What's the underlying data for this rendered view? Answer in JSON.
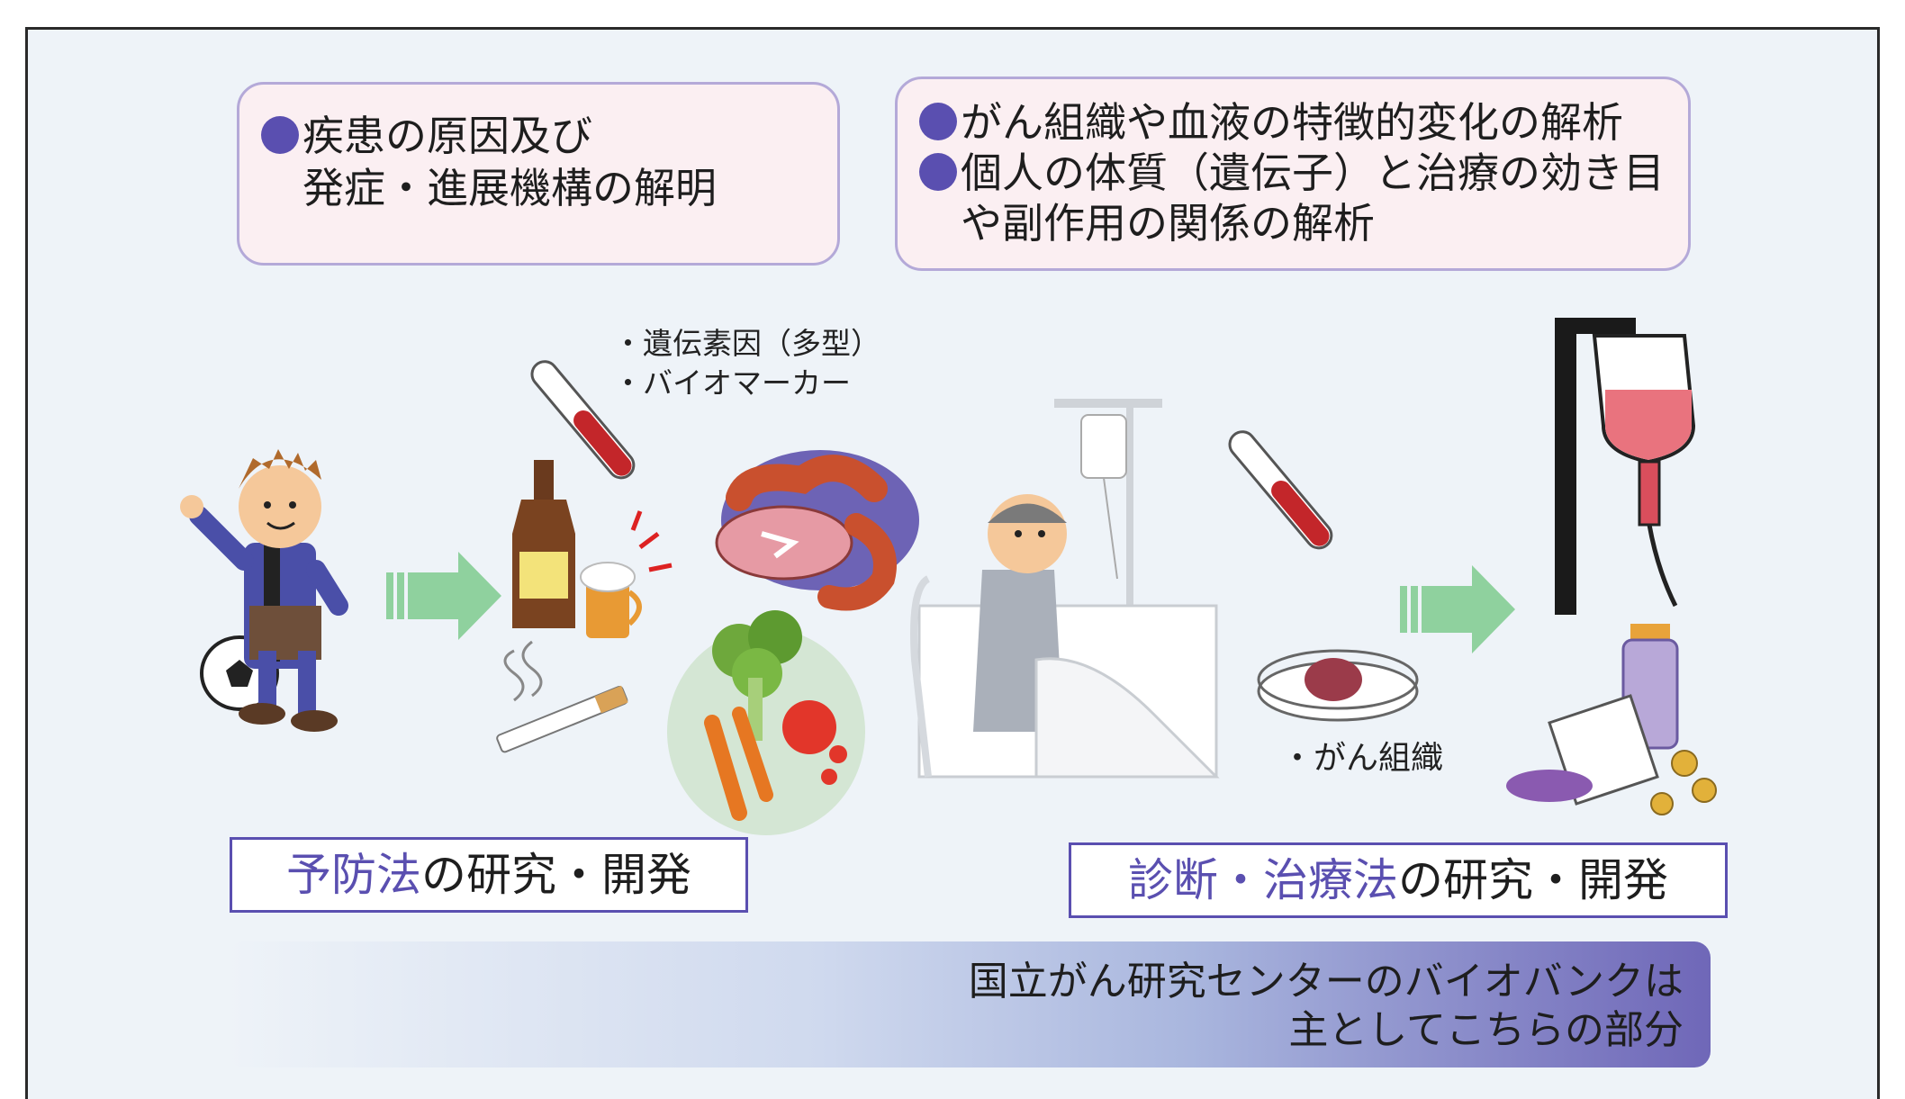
{
  "callouts": {
    "left": {
      "line1": "疾患の原因及び",
      "line2": "発症・進展機構の解明"
    },
    "right": {
      "line1": "がん組織や血液の特徴的変化の解析",
      "line2": "個人の体質（遺伝子）と治療の効き目",
      "line3": "や副作用の関係の解析"
    }
  },
  "labels": {
    "genetic": "・遺伝素因（多型）",
    "biomarker": "・バイオマーカー",
    "cancer_tissue": "・がん組織"
  },
  "boxes": {
    "prevention": {
      "highlight": "予防法",
      "rest": "の研究・開発"
    },
    "treatment": {
      "highlight": "診断・治療法",
      "rest": "の研究・開発"
    }
  },
  "band": {
    "line1": "国立がん研究センターのバイオバンクは",
    "line2": "主としてこちらの部分"
  },
  "colors": {
    "accent": "#5a4fb0",
    "callout_fill": "#fbeff2",
    "background": "#eef3f8",
    "arrow": "#8fd19e"
  }
}
